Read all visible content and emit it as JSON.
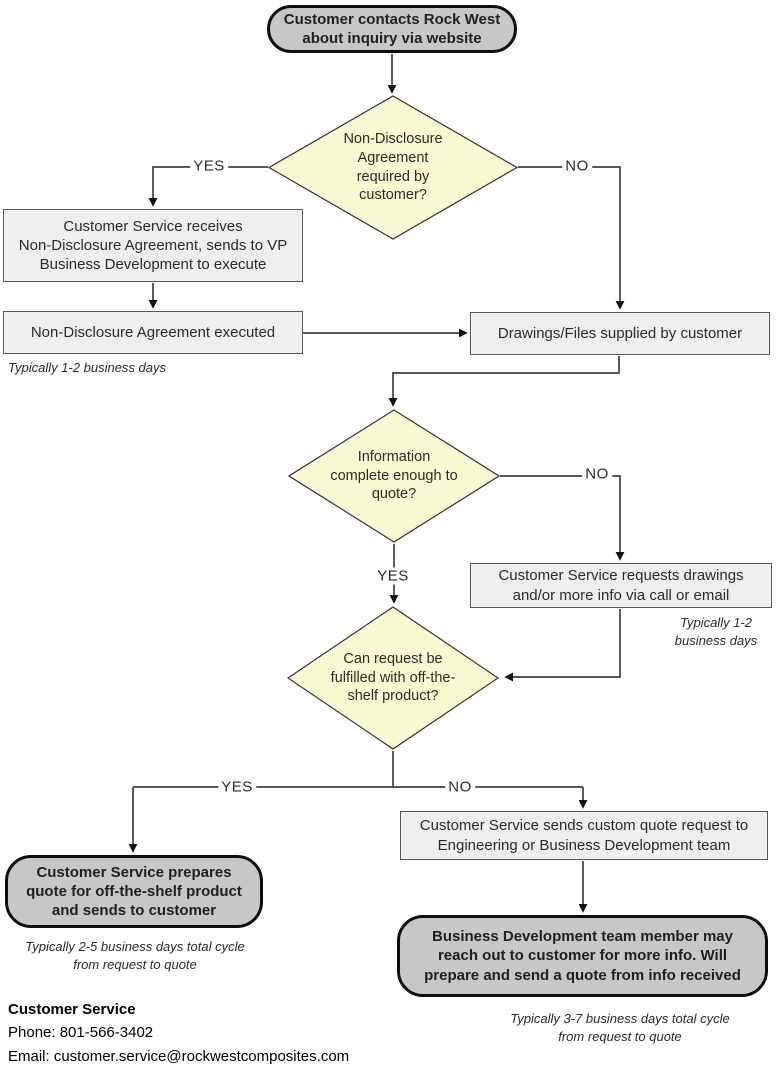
{
  "colors": {
    "terminal_fill": "#c7c7c7",
    "process_fill": "#efefef",
    "decision_fill": "#fafad2",
    "edge": "#404040"
  },
  "nodes": {
    "start": {
      "text": "Customer contacts Rock West\nabout inquiry via website"
    },
    "nda_decision": {
      "text": "Non-Disclosure\nAgreement\nrequired by\ncustomer?"
    },
    "nda_receive": {
      "text": "Customer Service receives\nNon-Disclosure Agreement, sends to VP\nBusiness Development to execute"
    },
    "nda_executed": {
      "text": "Non-Disclosure Agreement executed"
    },
    "drawings": {
      "text": "Drawings/Files supplied by customer"
    },
    "info_decision": {
      "text": "Information\ncomplete enough to\nquote?"
    },
    "request_info": {
      "text": "Customer Service requests drawings\nand/or more info via call or email"
    },
    "shelf_decision": {
      "text": "Can request be\nfulfilled with off-the-\nshelf product?"
    },
    "ots_quote": {
      "text": "Customer Service prepares\nquote for off-the-shelf product\nand sends to customer"
    },
    "custom_request": {
      "text": "Customer Service sends custom quote request to\nEngineering or Business Development team"
    },
    "bd_quote": {
      "text": "Business Development team member may\nreach out to customer for more info. Will\nprepare and send a quote from info received"
    }
  },
  "notes": {
    "nda_days": "Typically 1-2 business days",
    "request_days": "Typically 1-2\nbusiness days",
    "ots_days": "Typically 2-5 business days total cycle\nfrom request to quote",
    "bd_days": "Typically 3-7 business days total cycle\nfrom request to quote"
  },
  "edge_labels": {
    "nda_yes": "YES",
    "nda_no": "NO",
    "info_yes": "YES",
    "info_no": "NO",
    "shelf_yes": "YES",
    "shelf_no": "NO"
  },
  "contact": {
    "title": "Customer Service",
    "phone": "Phone: 801-566-3402",
    "email": "Email: customer.service@rockwestcomposites.com"
  }
}
